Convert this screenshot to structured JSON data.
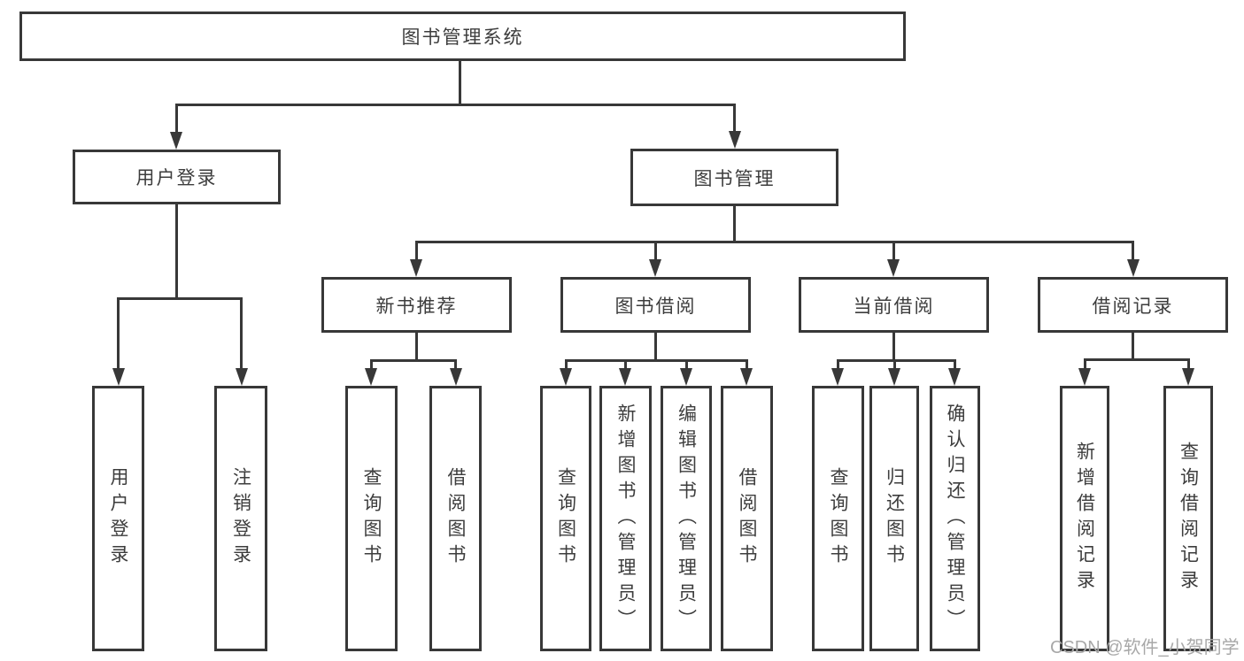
{
  "diagram": {
    "root": {
      "label": "图书管理系统",
      "children": [
        {
          "label": "用户登录",
          "children": [
            {
              "label": "用户登录"
            },
            {
              "label": "注销登录"
            }
          ]
        },
        {
          "label": "图书管理",
          "children": [
            {
              "label": "新书推荐",
              "children": [
                {
                  "label": "查询图书"
                },
                {
                  "label": "借阅图书"
                }
              ]
            },
            {
              "label": "图书借阅",
              "children": [
                {
                  "label": "查询图书"
                },
                {
                  "label": "新增图书（管理员）"
                },
                {
                  "label": "编辑图书（管理员）"
                },
                {
                  "label": "借阅图书"
                }
              ]
            },
            {
              "label": "当前借阅",
              "children": [
                {
                  "label": "查询图书"
                },
                {
                  "label": "归还图书"
                },
                {
                  "label": "确认归还（管理员）"
                }
              ]
            },
            {
              "label": "借阅记录",
              "children": [
                {
                  "label": "新增借阅记录"
                },
                {
                  "label": "查询借阅记录"
                }
              ]
            }
          ]
        }
      ]
    }
  },
  "watermark": {
    "text": "CSDN @软件_小贺同学"
  },
  "colors": {
    "line": "#383838",
    "text": "#3d3d3d",
    "box_fill": "#ffffff",
    "background": "#ffffff",
    "watermark": "#a8a8a8"
  }
}
